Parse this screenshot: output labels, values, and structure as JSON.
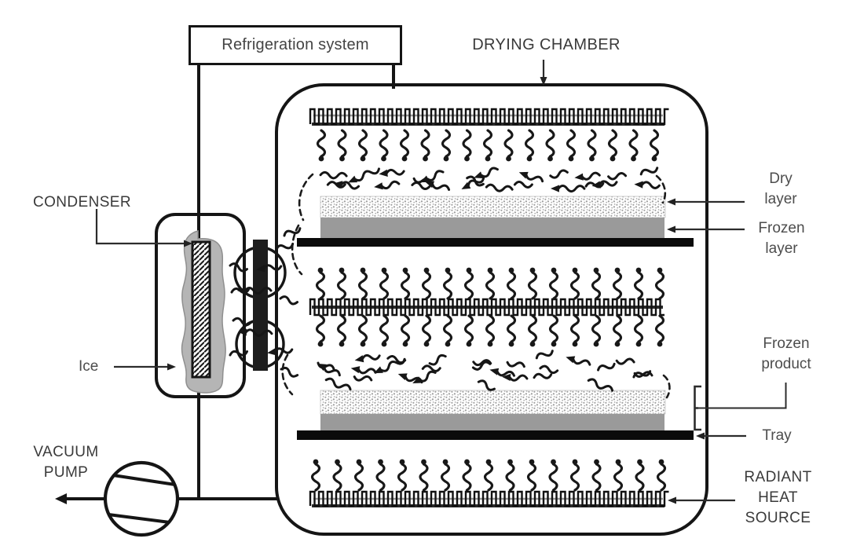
{
  "title": "Freeze-drying (lyophilization) system schematic",
  "labels": {
    "refrigeration_system": "Refrigeration system",
    "drying_chamber": "DRYING CHAMBER",
    "condenser": "CONDENSER",
    "ice": "Ice",
    "vacuum_pump": "VACUUM\nPUMP",
    "dry_layer": "Dry\nlayer",
    "frozen_layer": "Frozen\nlayer",
    "frozen_product": "Frozen\nproduct",
    "tray": "Tray",
    "radiant_heat_source": "RADIANT\nHEAT\nSOURCE"
  },
  "colors": {
    "line": "#151515",
    "text_dark": "#3a3a3a",
    "text_gray": "#4d4d4d",
    "frozen_layer_fill": "#9a9a9a",
    "ice_fill": "#b5b5b5",
    "duct_fill": "#1d1d1d",
    "tray_fill": "#0b0b0b",
    "stipple_dot": "#9d9d9d"
  },
  "icons": {
    "heater_coil": "square-wave radiant heating element",
    "heat_wave_icon": "wavy radiant-heat arrow",
    "vapor_arrow_icon": "wavy water-vapor flow arrow",
    "pump_symbol": "circle-with-vanes vacuum pump",
    "condenser_coil": "diagonal-hatched condenser plate",
    "ice_blob": "ice accretion on condenser coil"
  }
}
